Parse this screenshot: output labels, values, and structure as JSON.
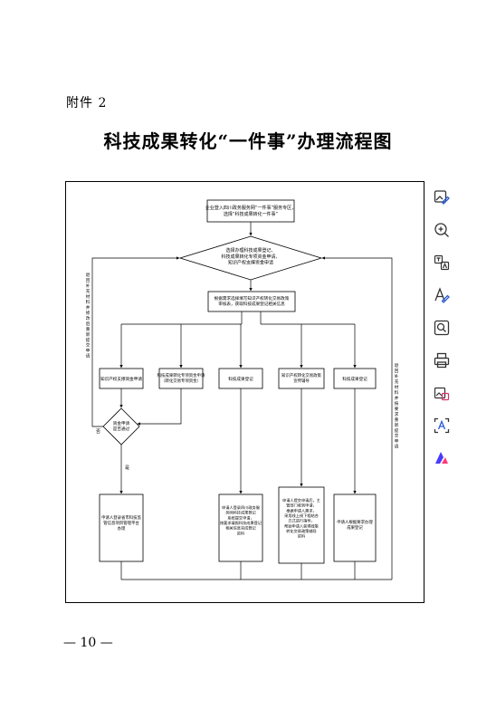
{
  "document": {
    "annex_label": "附件 2",
    "title": "科技成果转化“一件事”办理流程图",
    "page_number": "— 10 —"
  },
  "flowchart": {
    "start": [
      "企业登入四川政务服务网“一件事”服务专区，",
      "选择“科技成果转化一件事”"
    ],
    "decision_main": [
      "选择办理科技成果登记、",
      "科技成果转化专项资金申请、",
      "知识产权支撑资金申请"
    ],
    "after_decision": [
      "根据需求选择填写知识产权转化交易政策",
      "审核表，获取科技成果登记相关信息"
    ],
    "branches": [
      [
        "知识产权支撑资金申请"
      ],
      [
        "科技成果转化专项资金申请",
        "（转化交易专项资金）"
      ],
      [
        "科技成果登记"
      ],
      [
        "知识产权转化交易政策",
        "宣传辅导"
      ],
      [
        "科技成果登记"
      ]
    ],
    "decision_funding": [
      "资金申请",
      "是否通过"
    ],
    "no_label": "否",
    "yes_label": "是",
    "left_feedback": "退回补充材料并修改后重新提交申请",
    "right_feedback": "退回补充材料并按要求重新提交申请",
    "results": [
      [
        "申请人登录省市科技监",
        "管信息项目管理平台",
        "办理"
      ],
      [
        "申请人登录四川政务服",
        "务网科技成果登记",
        "系统提交申请，",
        "按要求填报科技成果登记",
        "相关信息完成登记",
        "资料"
      ],
      [
        "申请人提交申请后，主",
        "管部门收到申请，",
        "根据申请人需求，",
        "采用线上线下相结合",
        "方式进行指导，",
        "帮助申请人获得政策",
        "转化交易政策辅导",
        "资料"
      ],
      [
        "申请人根据要求办理",
        "成果登记"
      ]
    ]
  }
}
